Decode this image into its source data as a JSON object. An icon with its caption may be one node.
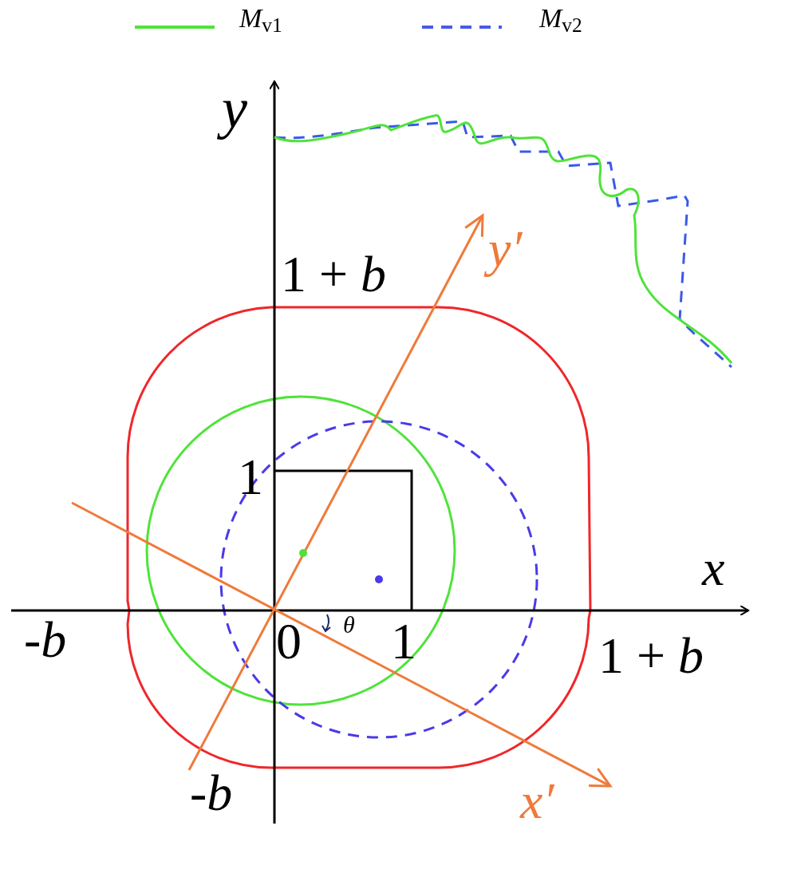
{
  "diagram": {
    "labels": [
      "y",
      "y′",
      "1 + *b*",
      "1",
      "x",
      "-*b*",
      "0",
      "θ",
      "1",
      "1 + *b*",
      "-*b*",
      "x′"
    ],
    "legend": [
      {
        "text": "*M*$_{v1}$"
      },
      {
        "text": "*M*$_{v2}$"
      }
    ]
  }
}
